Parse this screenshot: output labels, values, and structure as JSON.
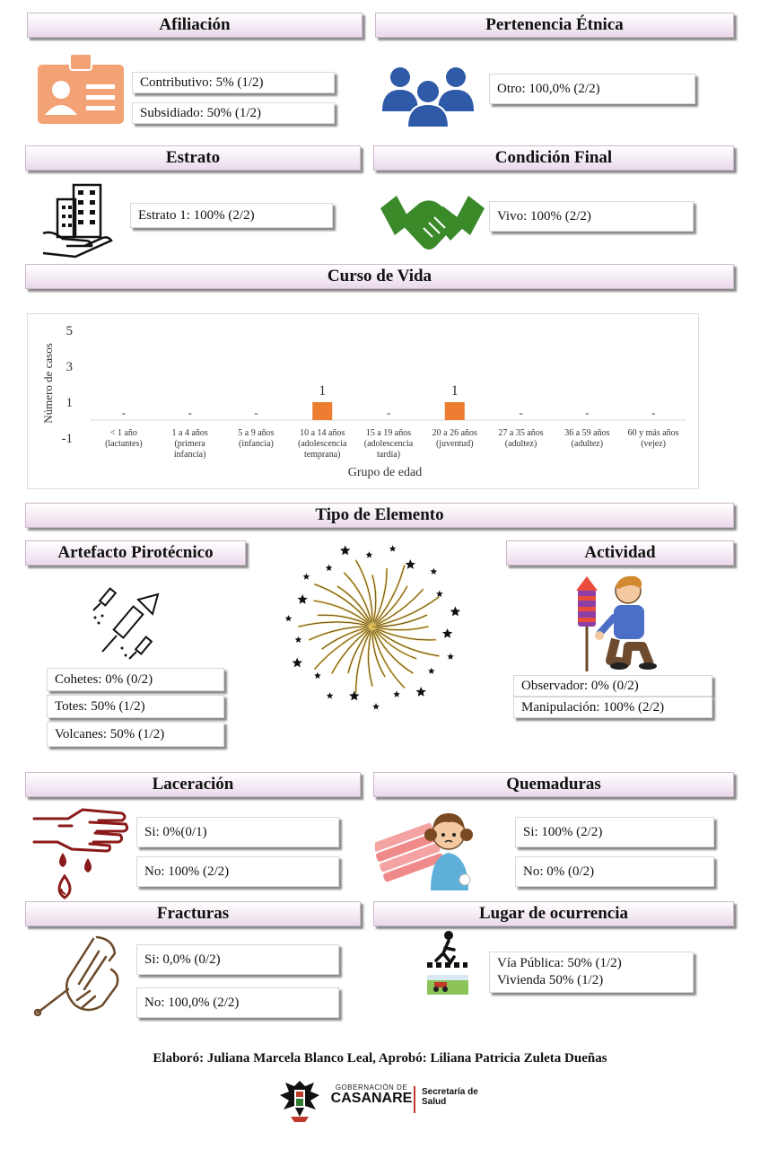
{
  "sections": {
    "afiliacion": "Afiliación",
    "pertenencia": "Pertenencia Étnica",
    "estrato": "Estrato",
    "condicion": "Condición Final",
    "curso": "Curso de Vida",
    "tipo": "Tipo de Elemento",
    "artefacto": "Artefacto Pirotécnico",
    "actividad": "Actividad",
    "laceracion": "Laceración",
    "quemaduras": "Quemaduras",
    "fracturas": "Fracturas",
    "lugar": "Lugar de ocurrencia"
  },
  "afiliacion": {
    "contributivo": "Contributivo: 5% (1/2)",
    "subsidiado": "Subsidiado: 50% (1/2)"
  },
  "pertenencia": {
    "otro": "Otro: 100,0% (2/2)"
  },
  "estrato": {
    "e1": "Estrato 1: 100% (2/2)"
  },
  "condicion": {
    "vivo": "Vivo: 100% (2/2)"
  },
  "artefacto": {
    "cohetes": "Cohetes: 0% (0/2)",
    "totes": "Totes: 50% (1/2)",
    "volcanes": "Volcanes: 50% (1/2)"
  },
  "actividad": {
    "observador": "Observador: 0% (0/2)",
    "manipulacion": "Manipulación: 100% (2/2)"
  },
  "laceracion": {
    "si": "Si: 0%(0/1)",
    "no": "No: 100% (2/2)"
  },
  "quemaduras": {
    "si": "Si: 100% (2/2)",
    "no": "No: 0% (0/2)"
  },
  "fracturas": {
    "si": "Si: 0,0% (0/2)",
    "no": "No: 100,0% (2/2)"
  },
  "lugar": {
    "via": "Vía Pública: 50% (1/2)",
    "vivienda": "Vivienda 50% (1/2)"
  },
  "footer": {
    "credits": "Elaboró: Juliana Marcela Blanco Leal, Aprobó: Liliana Patricia Zuleta Dueñas",
    "gob_small": "GOBERNACIÓN DE",
    "gob_big": "CASANARE",
    "secretaria_1": "Secretaría de",
    "secretaria_2": "Salud"
  },
  "colors": {
    "bar": "#ed7d31",
    "people": "#2e5aa8",
    "handshake": "#3a8a2a",
    "blood": "#8b1a1a",
    "badge": "#f2a275"
  },
  "chart_data": {
    "type": "bar",
    "categories": [
      [
        "< 1 año",
        "(lactantes)"
      ],
      [
        "1 a 4 años",
        "(primera",
        "infancia)"
      ],
      [
        "5 a 9 años",
        "(infancia)"
      ],
      [
        "10 a 14 años",
        "(adolescencia",
        "temprana)"
      ],
      [
        "15 a 19 años",
        "(adolescencia",
        "tardía)"
      ],
      [
        "20 a 26 años",
        "(juventud)"
      ],
      [
        "27 a 35 años",
        "(adultez)"
      ],
      [
        "36 a 59 años",
        "(adultez)"
      ],
      [
        "60 y más años",
        "(vejez)"
      ]
    ],
    "values": [
      0,
      0,
      0,
      1,
      0,
      1,
      0,
      0,
      0
    ],
    "data_labels": [
      "-",
      "-",
      "-",
      "1",
      "-",
      "1",
      "-",
      "-",
      "-"
    ],
    "yticks": [
      "5",
      "3",
      "1",
      "-1"
    ],
    "ylim": [
      -1,
      5
    ],
    "xlabel": "Grupo de edad",
    "ylabel": "Número de casos",
    "grid": false
  }
}
